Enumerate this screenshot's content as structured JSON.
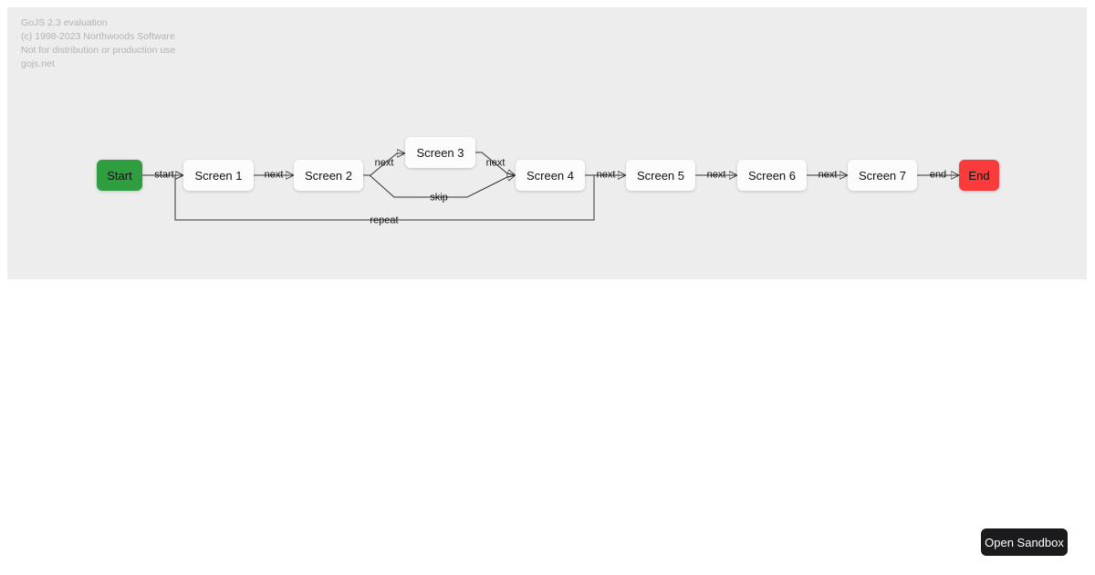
{
  "watermark": {
    "lines": [
      "GoJS 2.3 evaluation",
      "(c) 1998-2023 Northwoods Software",
      "Not for distribution or production use",
      "gojs.net"
    ]
  },
  "diagram": {
    "background_color": "#EDEDED",
    "link_color": "#333333",
    "nodes": [
      {
        "id": "start",
        "label": "Start",
        "color": "#2E9E40"
      },
      {
        "id": "screen1",
        "label": "Screen 1",
        "color": "#FCFCFC"
      },
      {
        "id": "screen2",
        "label": "Screen 2",
        "color": "#FCFCFC"
      },
      {
        "id": "screen3",
        "label": "Screen 3",
        "color": "#FCFCFC"
      },
      {
        "id": "screen4",
        "label": "Screen 4",
        "color": "#FCFCFC"
      },
      {
        "id": "screen5",
        "label": "Screen 5",
        "color": "#FCFCFC"
      },
      {
        "id": "screen6",
        "label": "Screen 6",
        "color": "#FCFCFC"
      },
      {
        "id": "screen7",
        "label": "Screen 7",
        "color": "#FCFCFC"
      },
      {
        "id": "end",
        "label": "End",
        "color": "#F93B3B"
      }
    ],
    "links": [
      {
        "from": "Start",
        "to": "Screen 1",
        "label": "start"
      },
      {
        "from": "Screen 1",
        "to": "Screen 2",
        "label": "next"
      },
      {
        "from": "Screen 2",
        "to": "Screen 3",
        "label": "next"
      },
      {
        "from": "Screen 3",
        "to": "Screen 4",
        "label": "next"
      },
      {
        "from": "Screen 2",
        "to": "Screen 4",
        "label": "skip"
      },
      {
        "from": "Screen 4",
        "to": "Screen 5",
        "label": "next"
      },
      {
        "from": "Screen 4",
        "to": "Screen 1",
        "label": "repeat"
      },
      {
        "from": "Screen 5",
        "to": "Screen 6",
        "label": "next"
      },
      {
        "from": "Screen 6",
        "to": "Screen 7",
        "label": "next"
      },
      {
        "from": "Screen 7",
        "to": "End",
        "label": "end"
      }
    ]
  },
  "sandbox": {
    "label": "Open Sandbox",
    "background": "#1B1B1E"
  }
}
